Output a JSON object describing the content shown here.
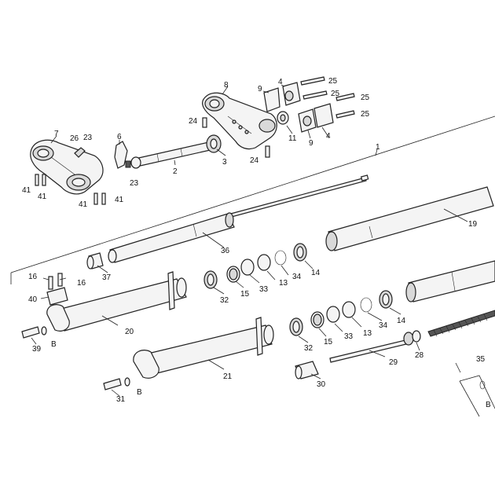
{
  "callouts": {
    "p1": "1",
    "p2": "2",
    "p3": "3",
    "p4a": "4",
    "p4b": "4",
    "p6": "6",
    "p7": "7",
    "p8": "8",
    "p9a": "9",
    "p9b": "9",
    "p11": "11",
    "p13a": "13",
    "p13b": "13",
    "p14a": "14",
    "p14b": "14",
    "p15a": "15",
    "p15b": "15",
    "p16a": "16",
    "p16b": "16",
    "p19": "19",
    "p20": "20",
    "p21": "21",
    "p23a": "23",
    "p23b": "23",
    "p24a": "24",
    "p24b": "24",
    "p25a": "25",
    "p25b": "25",
    "p25c": "25",
    "p25d": "25",
    "p26": "26",
    "p28": "28",
    "p29": "29",
    "p30": "30",
    "p31": "31",
    "p32a": "32",
    "p32b": "32",
    "p33a": "33",
    "p33b": "33",
    "p34a": "34",
    "p34b": "34",
    "p35": "35",
    "p36": "36",
    "p37": "37",
    "p39": "39",
    "p40": "40",
    "p41a": "41",
    "p41b": "41",
    "p41c": "41",
    "p41d": "41",
    "pBa": "B",
    "pBb": "B",
    "pBc": "B"
  }
}
